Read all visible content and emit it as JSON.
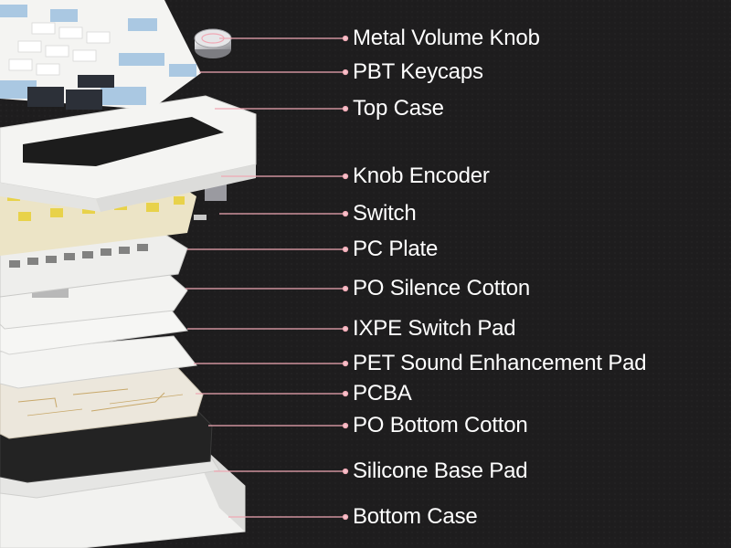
{
  "colors": {
    "background": "#1e1d1e",
    "leader_line": "#f0a8b4",
    "leader_dot": "#f6c2cb",
    "label_text": "#ffffff",
    "keycap_blue": "#aac8e2",
    "keycap_white": "#f4f4f2",
    "keycap_dark": "#2c3038",
    "switch_yellow": "#e8d24a",
    "switch_housing": "#eee6c8",
    "case_white": "#f2f2f0",
    "pcb": "#ece7dc",
    "bottom_cotton": "#232323"
  },
  "callouts": [
    {
      "id": "metal-volume-knob",
      "label": "Metal Volume Knob"
    },
    {
      "id": "pbt-keycaps",
      "label": "PBT Keycaps"
    },
    {
      "id": "top-case",
      "label": "Top Case"
    },
    {
      "id": "knob-encoder",
      "label": "Knob Encoder"
    },
    {
      "id": "switch",
      "label": "Switch"
    },
    {
      "id": "pc-plate",
      "label": "PC Plate"
    },
    {
      "id": "po-silence-cotton",
      "label": "PO Silence Cotton"
    },
    {
      "id": "ixpe-switch-pad",
      "label": "IXPE Switch Pad"
    },
    {
      "id": "pet-sound-enhancement-pad",
      "label": "PET Sound Enhancement Pad"
    },
    {
      "id": "pcba",
      "label": "PCBA"
    },
    {
      "id": "po-bottom-cotton",
      "label": "PO Bottom Cotton"
    },
    {
      "id": "silicone-base-pad",
      "label": "Silicone Base Pad"
    },
    {
      "id": "bottom-case",
      "label": "Bottom Case"
    }
  ]
}
